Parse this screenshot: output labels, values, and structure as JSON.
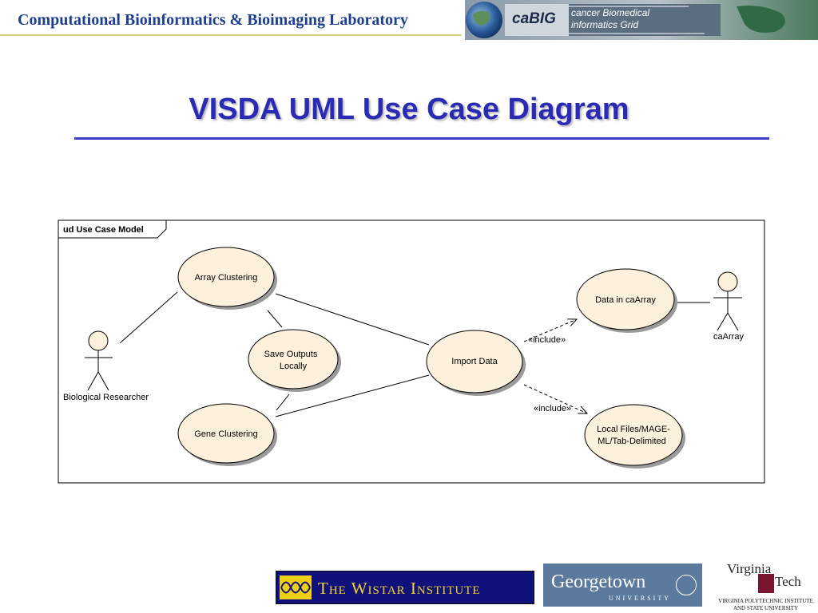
{
  "header": {
    "lab_name": "Computational Bioinformatics & Bioimaging Laboratory",
    "cabig_logo": {
      "name": "caBIG",
      "subtitle_line1": "cancer Biomedical",
      "subtitle_line2": "informatics Grid"
    }
  },
  "slide": {
    "title": "VISDA UML Use Case Diagram"
  },
  "diagram": {
    "frame_label": "ud Use Case Model",
    "actors": {
      "researcher": "Biological Researcher",
      "caarray": "caArray"
    },
    "use_cases": {
      "array_clustering": "Array Clustering",
      "gene_clustering": "Gene Clustering",
      "save_outputs_line1": "Save Outputs",
      "save_outputs_line2": "Locally",
      "import_data": "Import Data",
      "data_in_caarray": "Data in caArray",
      "local_files_line1": "Local Files/MAGE-",
      "local_files_line2": "ML/Tab-Delimited"
    },
    "relationships": {
      "include_1": "«include»",
      "include_2": "«include»"
    },
    "colors": {
      "use_case_fill": "#fcf1dc",
      "shadow": "#9a9a9a",
      "stroke": "#000000"
    }
  },
  "footer": {
    "wistar": "The Wistar Institute",
    "georgetown": "Georgetown",
    "georgetown_sub": "UNIVERSITY",
    "virginia_tech": {
      "line1": "Virginia",
      "line2": "Tech",
      "line3": "VIRGINIA POLYTECHNIC INSTITUTE",
      "line4": "AND STATE UNIVERSITY"
    }
  }
}
